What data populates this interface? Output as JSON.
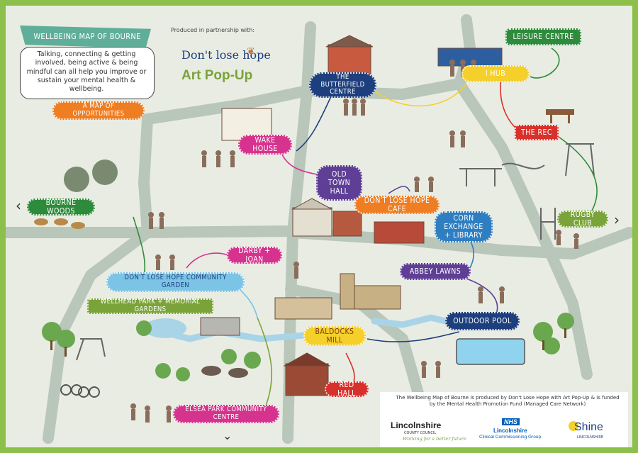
{
  "title": "WELLBEING MAP OF BOURNE",
  "intro": "Talking, connecting & getting involved, being active & being mindful can all help you improve or sustain your mental health & wellbeing.",
  "opportunities_label": "A MAP OF OPPORTUNITIES",
  "partnership": {
    "produced_by": "Produced in partnership with:",
    "dlh_logo": "Don't lose hope",
    "artpopup_logo": "Art Pop-Up"
  },
  "places": {
    "butterfield": "THE BUTTERFIELD CENTRE",
    "leisure": "LEISURE CENTRE",
    "ihub": "I HUB",
    "rec": "THE REC",
    "wake": "WAKE HOUSE",
    "oldtown": "OLD TOWN HALL",
    "dlhcafe": "DON'T LOSE HOPE CAFE",
    "corn": "CORN EXCHANGE + LIBRARY",
    "rugby": "RUGBY CLUB",
    "woods": "BOURNE WOODS",
    "darby": "DARBY + JOAN",
    "garden": "DON'T LOSE HOPE COMMUNITY GARDEN",
    "abbey": "ABBEY LAWNS",
    "wellhead": "WELLHEAD PARK + MEMORIAL GARDENS",
    "pool": "OUTDOOR POOL",
    "baldocks": "BALDOCKS MILL",
    "redhall": "RED HALL",
    "elsea": "ELSEA PARK COMMUNITY CENTRE"
  },
  "footer": {
    "text": "The Wellbeing Map of Bourne is produced by Don't Lose Hope with Art Pop-Up & is funded by the Mental Health Promotion Fund (Managed Care Network)",
    "lincs": "Lincolnshire",
    "lincs_sub": "COUNTY COUNCIL",
    "lincs_tag": "Working for a better future",
    "nhs": "NHS",
    "nhs_l1": "Lincolnshire",
    "nhs_l2": "Clinical Commissioning Group",
    "shine": "Shine",
    "shine_sub": "LINCOLNSHIRE"
  },
  "nav": {
    "left": "‹",
    "right": "›",
    "down": "⌄"
  },
  "colors": {
    "border": "#8cc04b",
    "map_bg": "#e9ece3",
    "road": "#b9c6ba",
    "water": "#a9d4e8",
    "navy": "#1d3f7d",
    "magenta": "#d6338e",
    "green": "#2e8b3c",
    "yellow": "#f5cf2a",
    "orange": "#ef7d22",
    "purple": "#5e3f95",
    "blue": "#2e7ec1",
    "teal": "#2f9a94",
    "olive": "#7aa33a",
    "red": "#d8312c",
    "lightblue": "#7cc4e6"
  }
}
